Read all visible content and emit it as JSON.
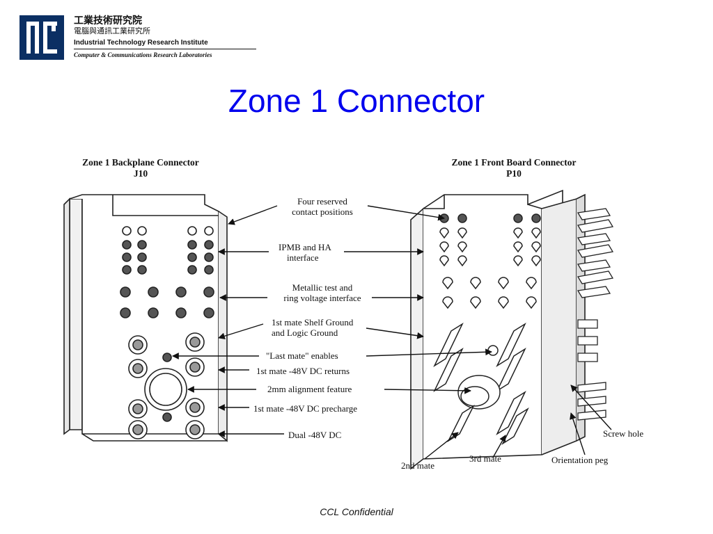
{
  "logo": {
    "zh_line1": "工業技術研究院",
    "zh_line2": "電腦與通訊工業研究所",
    "en_line1": "Industrial Technology Research Institute",
    "en_line2": "Computer & Communications Research Laboratories"
  },
  "slide": {
    "title": "Zone 1 Connector",
    "footer": "CCL Confidential"
  },
  "diagram": {
    "left_title": "Zone 1 Backplane Connector",
    "left_subtitle": "J10",
    "right_title": "Zone 1 Front Board Connector",
    "right_subtitle": "P10",
    "labels": {
      "reserved": "Four reserved contact positions",
      "reserved_1": "Four reserved",
      "reserved_2": "contact positions",
      "ipmb_1": "IPMB and HA",
      "ipmb_2": "interface",
      "metallic_1": "Metallic test and",
      "metallic_2": "ring voltage interface",
      "shelf_1": "1st mate Shelf Ground",
      "shelf_2": "and Logic Ground",
      "last_mate": "\"Last mate\" enables",
      "returns": "1st mate -48V DC returns",
      "alignment": "2mm alignment feature",
      "precharge": "1st mate -48V DC precharge",
      "dual": "Dual -48V DC",
      "second_mate": "2nd mate",
      "third_mate": "3rd mate",
      "screw_hole": "Screw hole",
      "orientation_peg": "Orientation peg"
    }
  }
}
